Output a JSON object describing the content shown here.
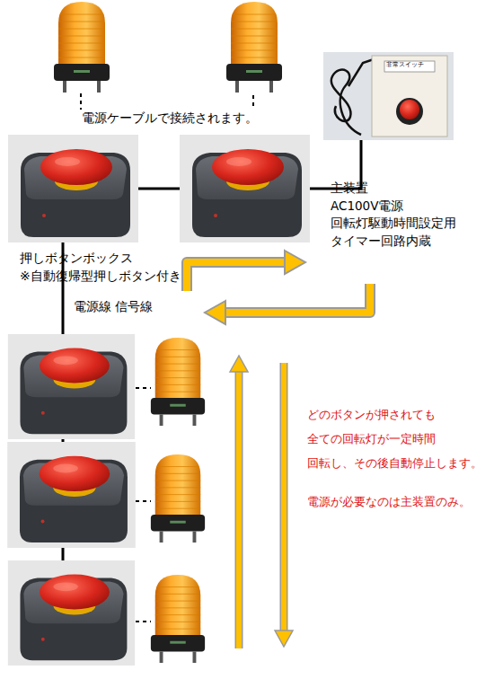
{
  "diagram": {
    "nodes": [
      {
        "text": [
          "非常スイッチ",
          "主装置 AC100V電源 回転灯駆動時間設定用 タイマー回路内蔵"
        ]
      },
      {
        "text": [
          "押しボタンボックス ※自動復帰型押しボタン付き"
        ]
      }
    ],
    "labels": [
      "電源ケーブルで接続されます。",
      "電源線 信号線",
      "どのボタンが押されても 全ての回転灯が一定時間 回転し、その後自動停止します。",
      "電源が必要なのは主装置のみ。"
    ]
  }
}
